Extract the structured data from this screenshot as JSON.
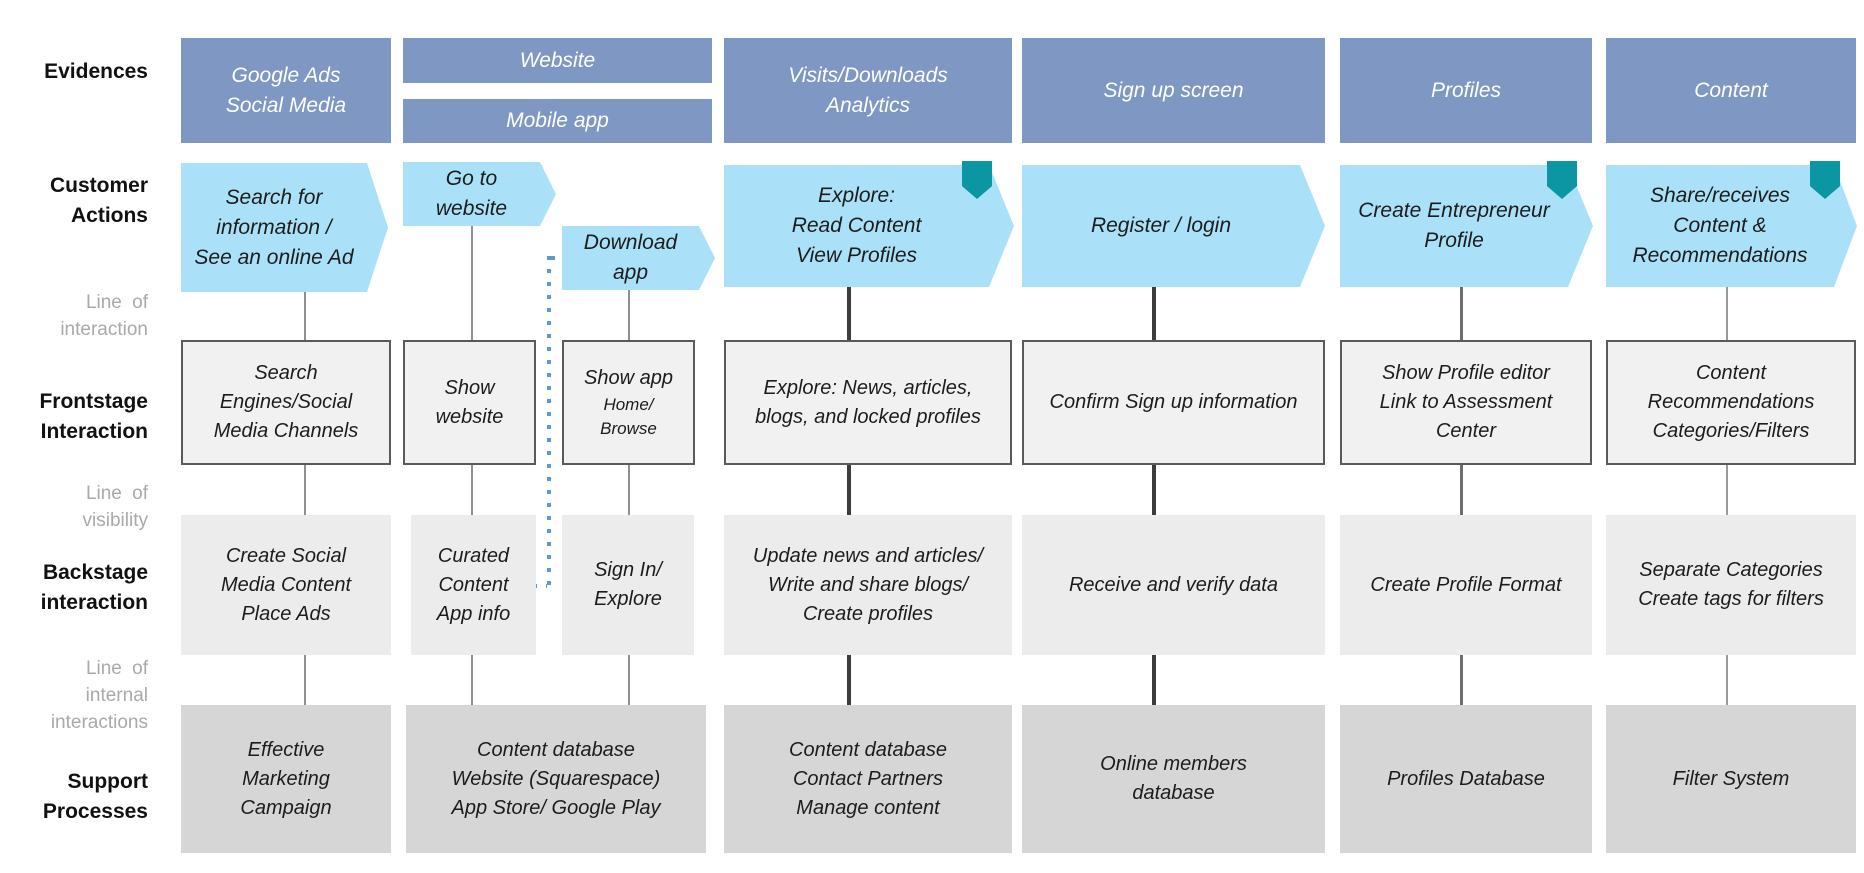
{
  "colors": {
    "header_blue": "#7E98C3",
    "action_blue": "#ABE1F8",
    "flag_teal": "#0C96A4",
    "frontstage_fill": "#F1F1F1",
    "frontstage_border": "#5A5A5A",
    "backstage_fill": "#ECECEC",
    "support_fill": "#D6D6D6",
    "label_gray": "#A9A9A9",
    "dotted_connector_blue": "#5B9BD5"
  },
  "row_labels": {
    "evidences": "Evidences",
    "customer_actions": "Customer\nActions",
    "line_of_interaction": "Line of\ninteraction",
    "frontstage_interaction": "Frontstage\nInteraction",
    "line_of_visibility": "Line of\nvisibility",
    "backstage_interaction": "Backstage\ninteraction",
    "line_of_internal_interactions": "Line of\ninternal\ninteractions",
    "support_processes": "Support\nProcesses"
  },
  "columns": [
    {
      "evidence": "Google Ads\nSocial Media",
      "customer_action": "Search for\ninformation /\nSee an online Ad",
      "frontstage": "Search\nEngines/Social\nMedia Channels",
      "backstage": "Create Social\nMedia Content\nPlace Ads",
      "support": "Effective\nMarketing\nCampaign"
    },
    {
      "evidence_website": "Website",
      "evidence_mobile_app": "Mobile app",
      "website_action": "Go to\nwebsite",
      "mobile_action": "Download\napp",
      "website_frontstage": "Show\nwebsite",
      "mobile_frontstage_title": "Show app",
      "mobile_frontstage_sub": "Home/\nBrowse",
      "website_backstage": "Curated\nContent\nApp info",
      "mobile_backstage": "Sign In/\nExplore",
      "support": "Content database\nWebsite (Squarespace)\nApp Store/ Google Play"
    },
    {
      "evidence": "Visits/Downloads\nAnalytics",
      "customer_action": "Explore:\nRead Content\nView Profiles",
      "frontstage": "Explore: News, articles,\nblogs, and locked profiles",
      "backstage": "Update news and articles/\nWrite and share blogs/\nCreate profiles",
      "support": "Content database\nContact Partners\nManage content"
    },
    {
      "evidence": "Sign up screen",
      "customer_action": "Register / login",
      "frontstage": "Confirm Sign up information",
      "backstage": "Receive and verify data",
      "support": "Online members\ndatabase"
    },
    {
      "evidence": "Profiles",
      "customer_action": "Create Entrepreneur\nProfile",
      "frontstage": "Show Profile editor\nLink to Assessment\nCenter",
      "backstage": "Create Profile Format",
      "support": "Profiles Database"
    },
    {
      "evidence": "Content",
      "customer_action": "Share/receives\nContent &\nRecommendations",
      "frontstage": "Content\nRecommendations\nCategories/Filters",
      "backstage": "Separate Categories\nCreate tags for filters",
      "support": "Filter System"
    }
  ]
}
